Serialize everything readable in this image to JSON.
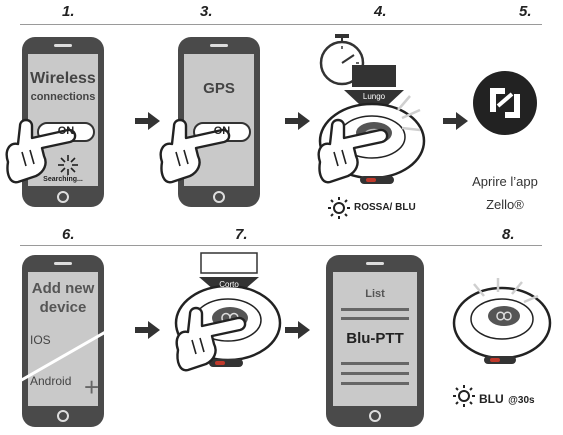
{
  "steps": {
    "s1": "1.",
    "s3": "3.",
    "s4": "4.",
    "s5": "5.",
    "s6": "6.",
    "s7": "7.",
    "s8": "8."
  },
  "phone1": {
    "title_line1": "Wireless",
    "title_line2": "connections",
    "toggle": "ON",
    "status": "Searching..."
  },
  "phone3": {
    "title": "GPS",
    "toggle": "ON"
  },
  "device4": {
    "press_label": "Lungo",
    "led_text": "ROSSA/ BLU"
  },
  "app5": {
    "caption_line1": "Aprire l’app",
    "caption_line2": "Zello®"
  },
  "phone6": {
    "title_line1": "Add new",
    "title_line2": "device",
    "option1": "IOS",
    "option2": "Android",
    "plus": "+"
  },
  "device7": {
    "press_label": "Corto"
  },
  "phone7b": {
    "title": "List",
    "item": "Blu-PTT"
  },
  "device8": {
    "led_main": "BLU",
    "led_time": "@30s"
  },
  "colors": {
    "phone_body": "#4a4a4a",
    "screen": "#c9c9c9",
    "dark": "#333333",
    "accent_red": "#c0392b"
  }
}
